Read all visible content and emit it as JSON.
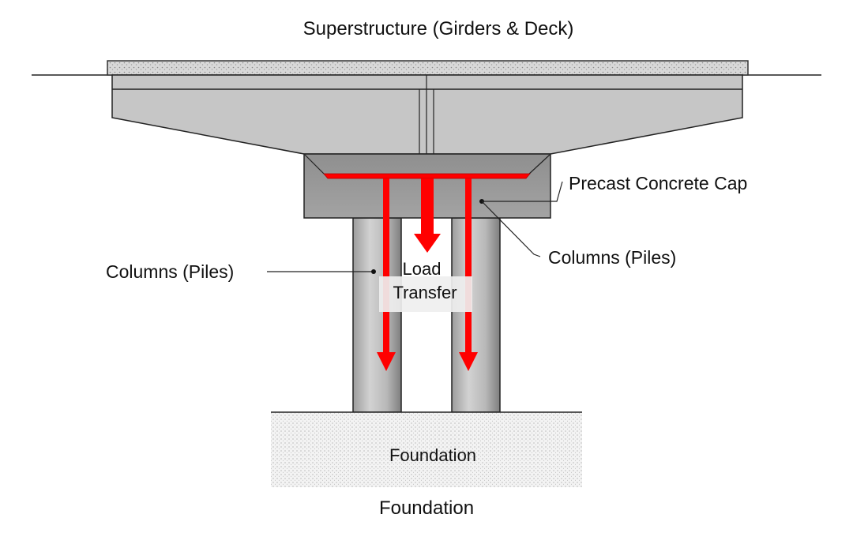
{
  "title": "Superstructure (Girders & Deck)",
  "labels": {
    "cap": "Precast Concrete Cap",
    "columns_right": "Columns (Piles)",
    "columns_left": "Columns (Piles)",
    "load_line1": "Load",
    "load_line2": "Transfer",
    "foundation_inner": "Foundation",
    "foundation_caption": "Foundation"
  },
  "colors": {
    "load_arrow": "#ff0000",
    "deck": "#d6d6d6",
    "girder": "#c4c4c4",
    "cap": "#9a9a9a",
    "column": "#b5b5b5",
    "foundation": "#f2f2f2",
    "outline": "#222222"
  }
}
